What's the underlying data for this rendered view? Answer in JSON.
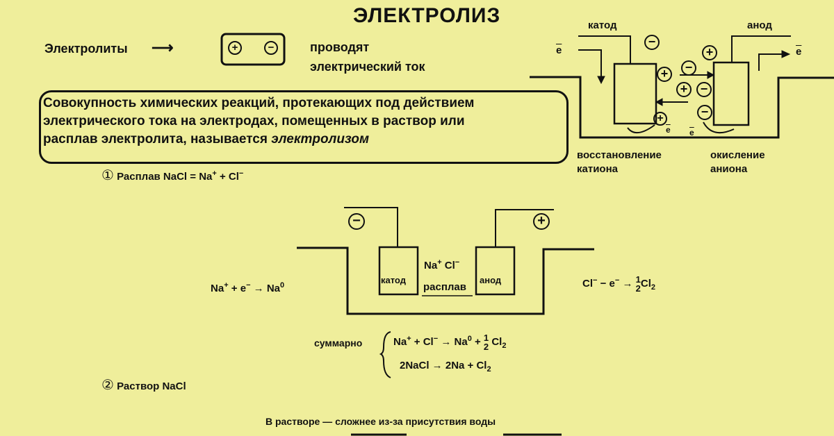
{
  "title": "ЭЛЕКТРОЛИЗ",
  "electrolytes": {
    "label": "Электролиты",
    "arrow": "⟶",
    "plus": "+",
    "minus": "−",
    "conducts": [
      "проводят",
      "электрический ток"
    ]
  },
  "definition": {
    "lines": [
      "Совокупность химических реакций, протекающих под действием",
      "электрического тока на электродах, помещенных в раствор или",
      "расплав электролита, называется"
    ],
    "term": "электролизом"
  },
  "top_diagram": {
    "cathode": "катод",
    "anode": "анод",
    "electron": "e",
    "plus": "+",
    "minus": "−",
    "cathode_caption": [
      "восстановление",
      "катиона"
    ],
    "anode_caption": [
      "окисление",
      "аниона"
    ]
  },
  "section1": {
    "marker": "①",
    "heading": "Расплав NaCl = Na",
    "heading_sup": "+",
    "heading_mid": " + Cl",
    "heading_sup2": "−",
    "cathode": "катод",
    "anode": "анод",
    "ions": "Na",
    "ions_sup": "+",
    "ions_cl": " Cl",
    "ions_cl_sup": "−",
    "melt": "расплав",
    "minus": "−",
    "plus": "+",
    "cathode_reaction": {
      "a": "Na",
      "a_sup": "+",
      "b": " + e",
      "b_sup": "−",
      "c": " → Na",
      "c_sup": "0"
    },
    "anode_reaction": {
      "a": "Cl",
      "a_sup": "−",
      "b": " − e",
      "b_sup": "−",
      "c": " → ",
      "num": "1",
      "den": "2",
      "d": "Cl",
      "d_sub": "2"
    },
    "summary_label": "суммарно",
    "summary1": {
      "a": "Na",
      "a_sup": "+",
      "b": " + Cl",
      "b_sup": "−",
      "c": " → Na",
      "c_sup": "0",
      "d": " + ",
      "num": "1",
      "den": "2",
      "e": " Cl",
      "e_sub": "2"
    },
    "summary2": {
      "a": "2NaCl → 2Na + Cl",
      "a_sub": "2"
    }
  },
  "section2": {
    "marker": "②",
    "heading": "Раствор NaCl"
  },
  "footer": "В растворе — сложнее из-за присутствия воды"
}
